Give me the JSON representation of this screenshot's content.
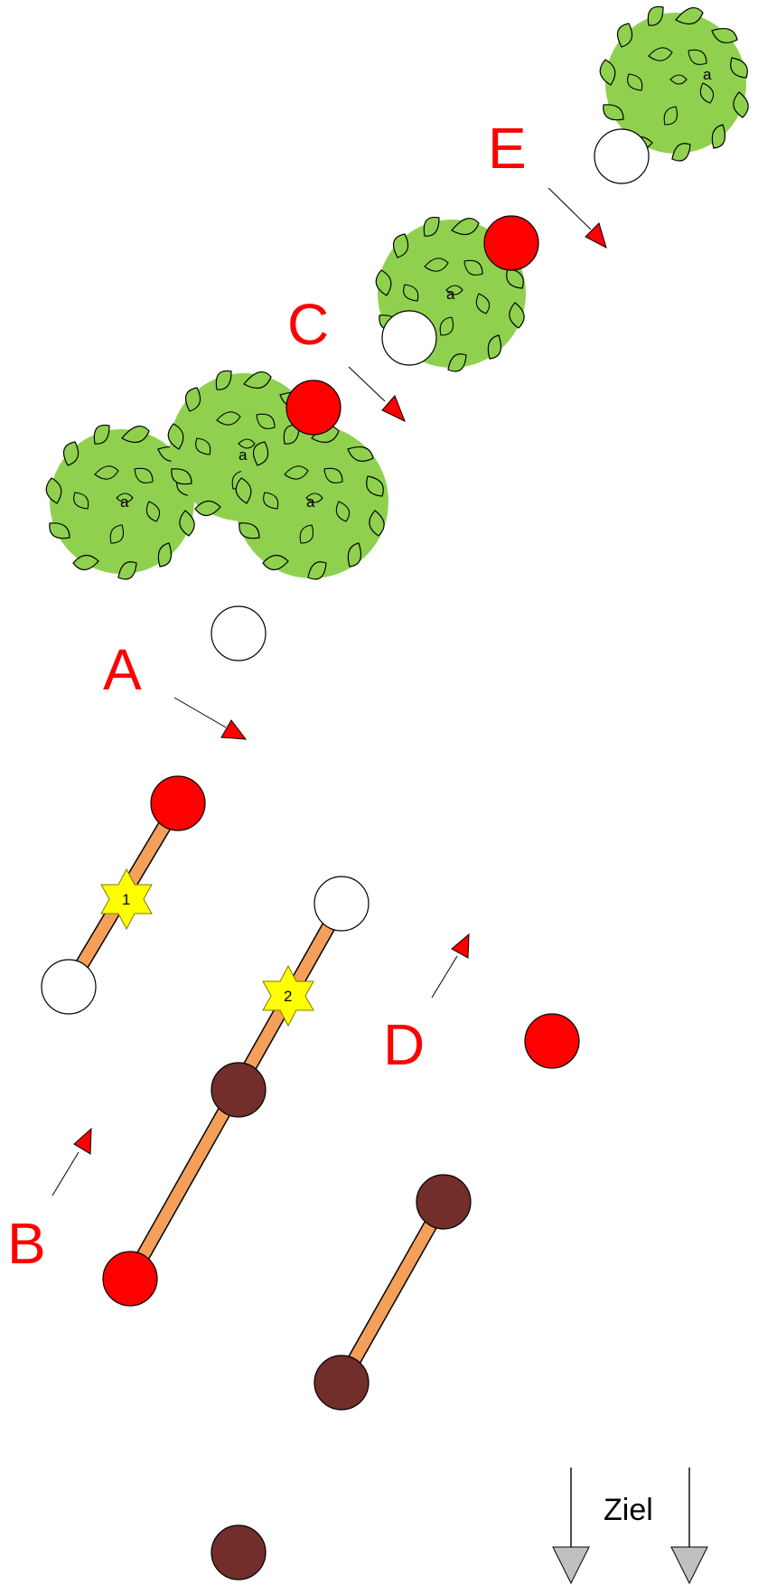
{
  "colors": {
    "red": "#ff0000",
    "brown": "#722e2a",
    "white": "#ffffff",
    "bar": "#f4a05a",
    "leaf": "#8fd14f",
    "star": "#ffff00",
    "arrow_gray": "#c0c0c0"
  },
  "zones": [
    {
      "id": "zone-e",
      "letter": "E"
    },
    {
      "id": "zone-c",
      "letter": "C"
    },
    {
      "id": "zone-a",
      "letter": "A"
    },
    {
      "id": "zone-d",
      "letter": "D"
    },
    {
      "id": "zone-b",
      "letter": "B"
    }
  ],
  "trees": [
    {
      "id": "tree-top-right",
      "label": "a"
    },
    {
      "id": "tree-middle",
      "label": "a"
    },
    {
      "id": "tree-cluster-left",
      "label": "a"
    },
    {
      "id": "tree-cluster-center",
      "label": "a"
    },
    {
      "id": "tree-cluster-right",
      "label": "a"
    }
  ],
  "stars": [
    {
      "id": "star-1",
      "label": "1"
    },
    {
      "id": "star-2",
      "label": "2"
    }
  ],
  "target": {
    "label": "Ziel",
    "icon": "down-arrow-icon"
  }
}
